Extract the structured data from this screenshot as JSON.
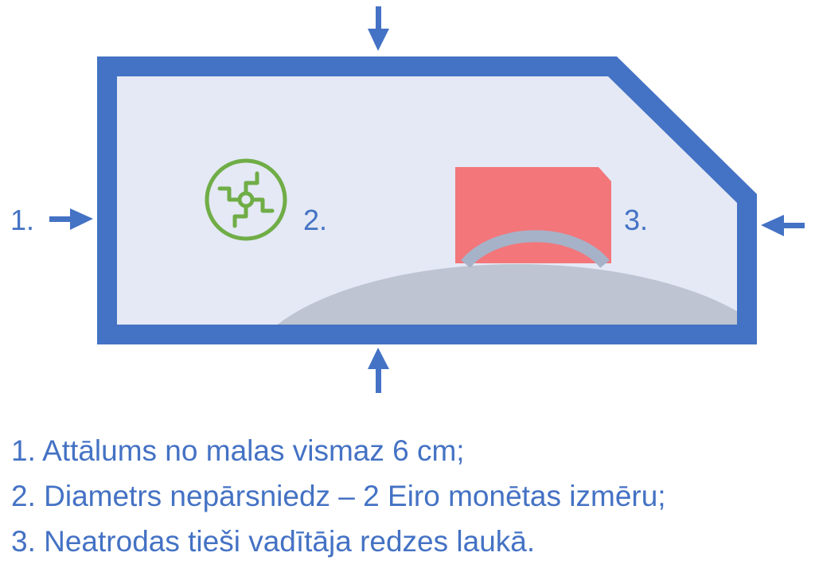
{
  "colors": {
    "frame": "#4472C4",
    "glass": "#E4E9F5",
    "text": "#4472C4",
    "sensor": "#70AD47",
    "mirror_mount": "#F2767A",
    "mirror": "#A6B2C8",
    "dashboard": "#BEC4D1"
  },
  "icons": {
    "sensor": "circuit-sensor-icon",
    "arrows": "arrow-icon"
  },
  "labels": {
    "edge_distance": "1.",
    "sensor": "2.",
    "mirror_zone": "3."
  },
  "legend": [
    "1. Attālums no malas vismaz 6 cm;",
    "2. Diametrs nepārsniedz – 2 Eiro monētas izmēru;",
    "3. Neatrodas tieši vadītāja redzes laukā."
  ]
}
